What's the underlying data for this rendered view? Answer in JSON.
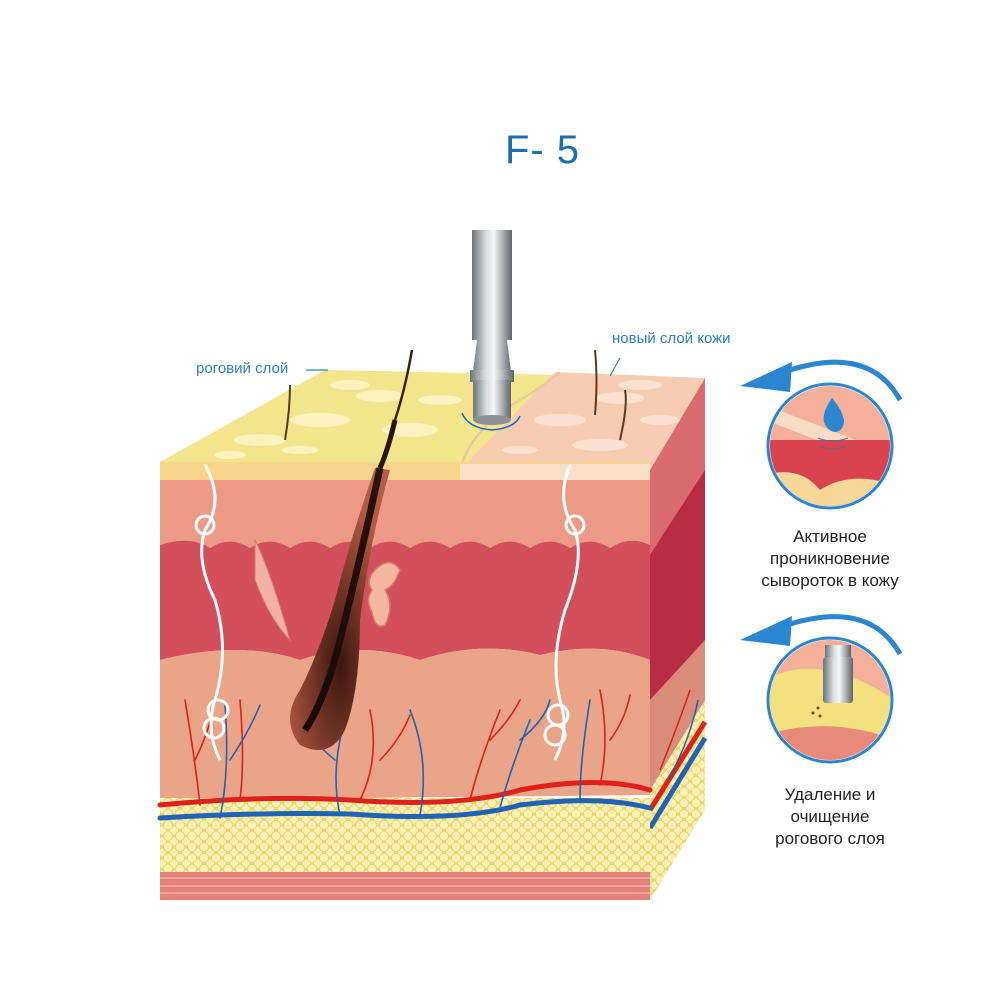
{
  "title": "F- 5",
  "labels": {
    "stratum_corneum": "роговий слой",
    "new_skin_layer": "новый слой кожи"
  },
  "benefits": [
    {
      "icon": "serum-drop-icon",
      "lines": [
        "Активное",
        "проникновение",
        "сывороток в кожу"
      ]
    },
    {
      "icon": "nozzle-exfoliation-icon",
      "lines": [
        "Удаление и",
        "очищение",
        "рогового слоя"
      ]
    }
  ],
  "colors": {
    "title": "#1a6fb3",
    "label": "#2a7fc0",
    "old_layer": "#f3e58c",
    "new_layer": "#f6cdb2",
    "dermis": "#e5877a",
    "fat": "#f7e79a",
    "artery": "#e0201a",
    "vein": "#1f63b4"
  }
}
